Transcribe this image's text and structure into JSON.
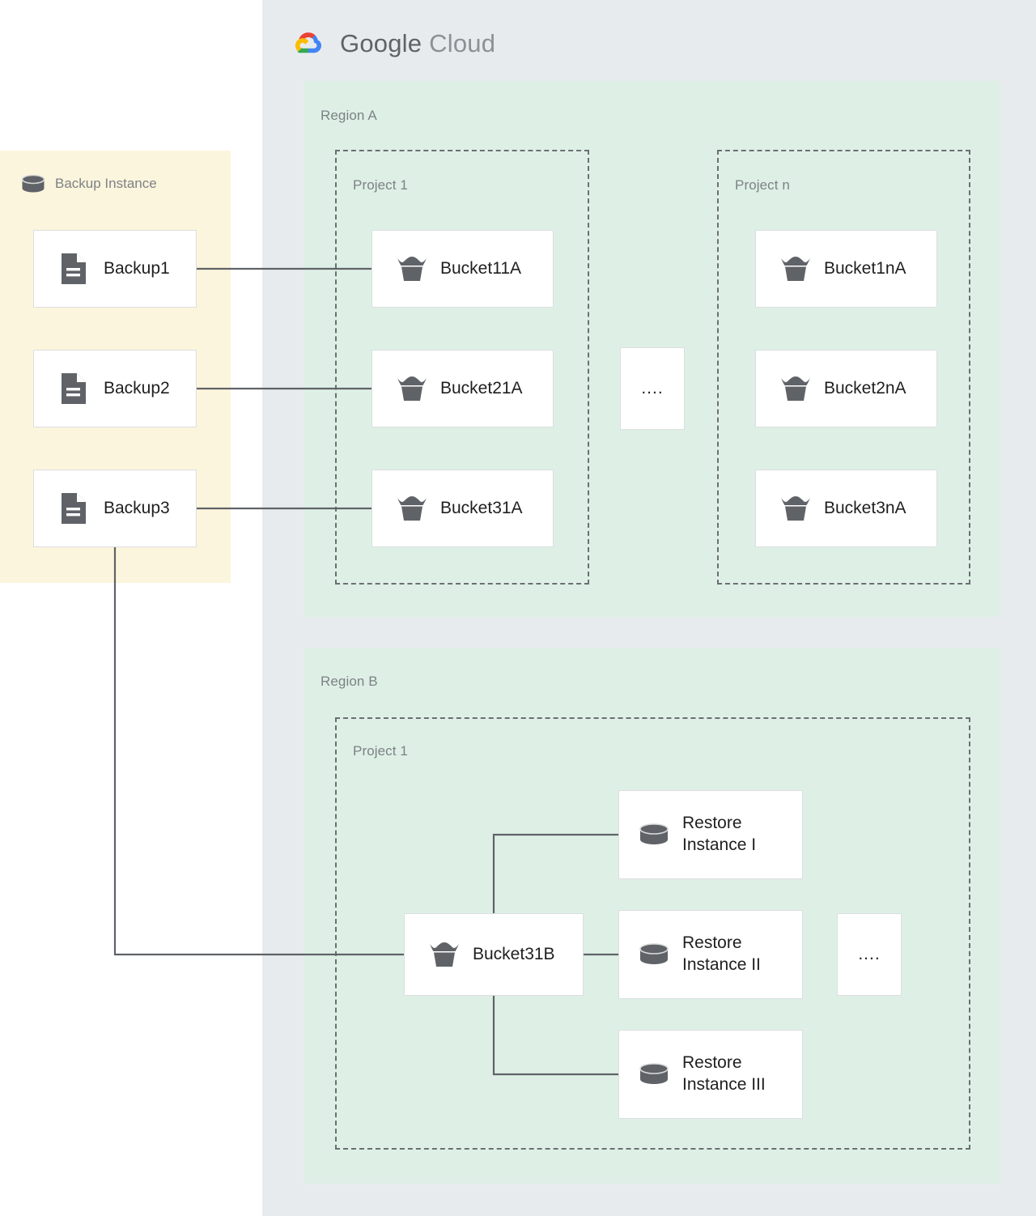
{
  "brand": {
    "name_bold": "Google",
    "name_light": "Cloud",
    "logo_icon": "google-cloud-logo-icon",
    "colors": {
      "red": "#ea4335",
      "yellow": "#fbbc04",
      "green": "#34a853",
      "blue": "#4285f4",
      "text": "#5f6368"
    }
  },
  "panels": {
    "google_cloud": {
      "label": "Google Cloud",
      "bg": "#e8ebee"
    },
    "backup_instance": {
      "label": "Backup Instance",
      "icon": "database-cylinder-icon",
      "bg": "#fcf5dd"
    },
    "region_a": {
      "label": "Region A",
      "bg": "#def0e6"
    },
    "region_b": {
      "label": "Region B",
      "bg": "#def0e6"
    }
  },
  "projects": {
    "region_a_project_1": {
      "label": "Project 1"
    },
    "region_a_project_n": {
      "label": "Project n"
    },
    "region_b_project_1": {
      "label": "Project 1"
    }
  },
  "backups": [
    {
      "label": "Backup1",
      "icon": "document-icon"
    },
    {
      "label": "Backup2",
      "icon": "document-icon"
    },
    {
      "label": "Backup3",
      "icon": "document-icon"
    }
  ],
  "buckets_region_a_project_1": [
    {
      "label": "Bucket11A",
      "icon": "storage-bucket-icon"
    },
    {
      "label": "Bucket21A",
      "icon": "storage-bucket-icon"
    },
    {
      "label": "Bucket31A",
      "icon": "storage-bucket-icon"
    }
  ],
  "buckets_region_a_project_n": [
    {
      "label": "Bucket1nA",
      "icon": "storage-bucket-icon"
    },
    {
      "label": "Bucket2nA",
      "icon": "storage-bucket-icon"
    },
    {
      "label": "Bucket3nA",
      "icon": "storage-bucket-icon"
    }
  ],
  "ellipsis": {
    "label": "...."
  },
  "region_b": {
    "bucket": {
      "label": "Bucket31B",
      "icon": "storage-bucket-icon"
    },
    "restore_instances": [
      {
        "label": "Restore\nInstance I",
        "icon": "database-cylinder-icon"
      },
      {
        "label": "Restore\nInstance II",
        "icon": "database-cylinder-icon"
      },
      {
        "label": "Restore\nInstance III",
        "icon": "database-cylinder-icon"
      }
    ]
  },
  "connections": [
    {
      "from": "Backup1",
      "to": "Bucket11A"
    },
    {
      "from": "Backup2",
      "to": "Bucket21A"
    },
    {
      "from": "Backup3",
      "to": "Bucket31A"
    },
    {
      "from": "Backup3",
      "to": "Bucket31B"
    },
    {
      "from": "Bucket31B",
      "to": "Restore Instance I"
    },
    {
      "from": "Bucket31B",
      "to": "Restore Instance II"
    },
    {
      "from": "Bucket31B",
      "to": "Restore Instance III"
    }
  ],
  "style": {
    "icon_gray": "#5f6368",
    "line_gray": "#5f6368",
    "label_gray": "#7c8285",
    "node_border": "#dcdedf",
    "dash_border": "#6b6f72"
  }
}
